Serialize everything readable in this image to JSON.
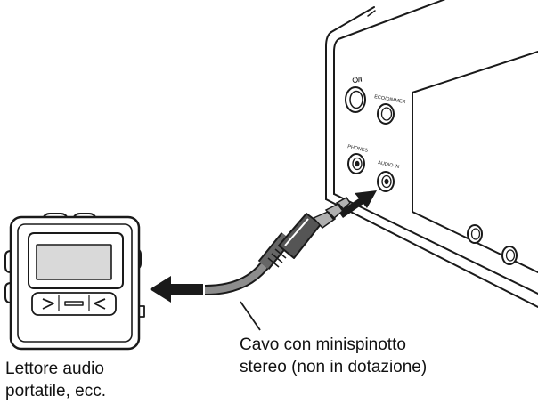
{
  "device_labels": {
    "power": "⏻/I",
    "eco_dimmer": "ECO/DIMMER",
    "phones": "PHONES",
    "audio_in": "AUDIO IN"
  },
  "captions": {
    "cable_line1": "Cavo con minispinotto",
    "cable_line2": "stereo (non in dotazione)",
    "player_line1": "Lettore audio",
    "player_line2": "portatile, ecc."
  },
  "colors": {
    "line": "#1a1a1a",
    "cable": "#8c8c8c",
    "plug": "#555555",
    "jack_metal": "#b0b0b0",
    "player_display": "#d9d9d9"
  }
}
